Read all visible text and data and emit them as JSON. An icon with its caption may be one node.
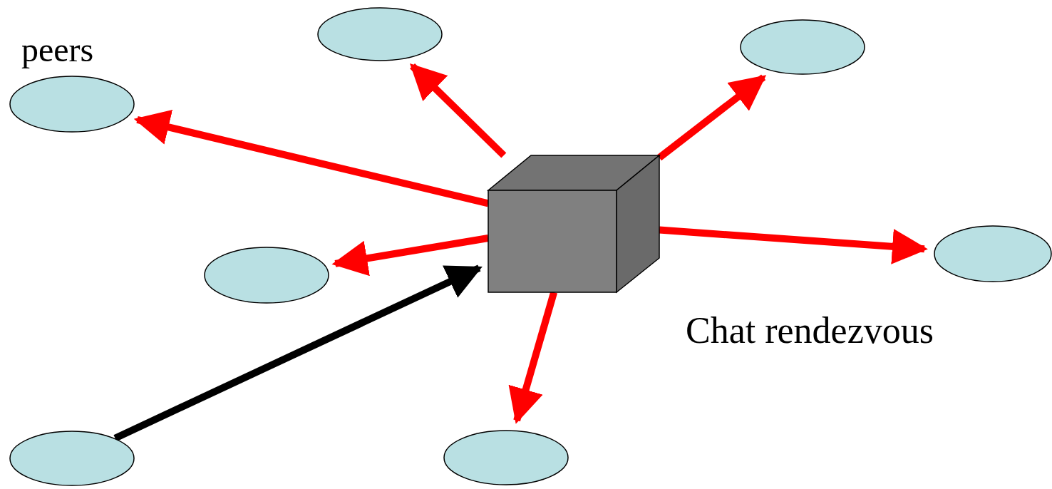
{
  "diagram": {
    "nodes": [
      {
        "text": [],
        "shape": "ellipse"
      },
      {
        "text": [],
        "shape": "ellipse"
      },
      {
        "text": [],
        "shape": "ellipse"
      },
      {
        "text": [
          "Chat rendezvous"
        ]
      },
      {
        "text": [],
        "shape": "ellipse"
      },
      {
        "text": [],
        "shape": "ellipse"
      },
      {
        "text": [],
        "shape": "ellipse"
      },
      {
        "text": [],
        "shape": "ellipse"
      }
    ],
    "edges": [
      {
        "from": 3,
        "to": 0,
        "arrow": "to"
      },
      {
        "from": 3,
        "to": 1,
        "arrow": "to"
      },
      {
        "from": 3,
        "to": 2,
        "arrow": "to"
      },
      {
        "from": 3,
        "to": 4,
        "arrow": "to"
      },
      {
        "from": 3,
        "to": 5,
        "arrow": "to"
      },
      {
        "from": 3,
        "to": 7,
        "arrow": "to"
      },
      {
        "from": 6,
        "to": 3,
        "arrow": "to",
        "color": "#000000"
      }
    ],
    "labels": [
      "peers"
    ]
  }
}
